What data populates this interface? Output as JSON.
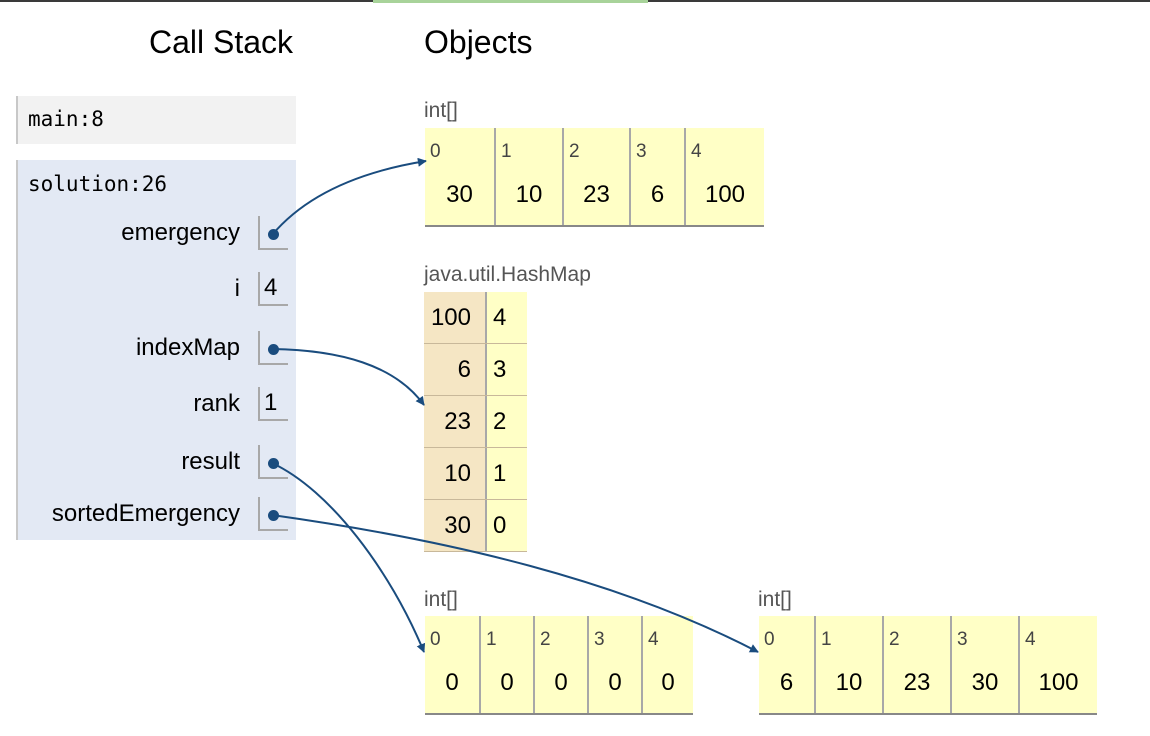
{
  "headings": {
    "call_stack": "Call Stack",
    "objects": "Objects"
  },
  "frames": {
    "main": {
      "name": "main:8"
    },
    "solution": {
      "name": "solution:26",
      "vars": [
        {
          "name": "emergency",
          "value": "",
          "is_ref": true
        },
        {
          "name": "i",
          "value": "4",
          "is_ref": false
        },
        {
          "name": "indexMap",
          "value": "",
          "is_ref": true
        },
        {
          "name": "rank",
          "value": "1",
          "is_ref": false
        },
        {
          "name": "result",
          "value": "",
          "is_ref": true
        },
        {
          "name": "sortedEmergency",
          "value": "",
          "is_ref": true
        }
      ]
    }
  },
  "objects": {
    "emergency_array": {
      "type": "int[]",
      "cells": [
        {
          "index": "0",
          "value": "30"
        },
        {
          "index": "1",
          "value": "10"
        },
        {
          "index": "2",
          "value": "23"
        },
        {
          "index": "3",
          "value": "6"
        },
        {
          "index": "4",
          "value": "100"
        }
      ]
    },
    "hashmap": {
      "type": "java.util.HashMap",
      "entries": [
        {
          "key": "100",
          "value": "4"
        },
        {
          "key": "6",
          "value": "3"
        },
        {
          "key": "23",
          "value": "2"
        },
        {
          "key": "10",
          "value": "1"
        },
        {
          "key": "30",
          "value": "0"
        }
      ]
    },
    "result_array": {
      "type": "int[]",
      "cells": [
        {
          "index": "0",
          "value": "0"
        },
        {
          "index": "1",
          "value": "0"
        },
        {
          "index": "2",
          "value": "0"
        },
        {
          "index": "3",
          "value": "0"
        },
        {
          "index": "4",
          "value": "0"
        }
      ]
    },
    "sorted_array": {
      "type": "int[]",
      "cells": [
        {
          "index": "0",
          "value": "6"
        },
        {
          "index": "1",
          "value": "10"
        },
        {
          "index": "2",
          "value": "23"
        },
        {
          "index": "3",
          "value": "30"
        },
        {
          "index": "4",
          "value": "100"
        }
      ]
    }
  },
  "colors": {
    "pointer": "#1a4c7e",
    "array_bg": "#ffffc6",
    "hashmap_key_bg": "#f5e6c4",
    "frame_bg": "#e3e9f4"
  }
}
